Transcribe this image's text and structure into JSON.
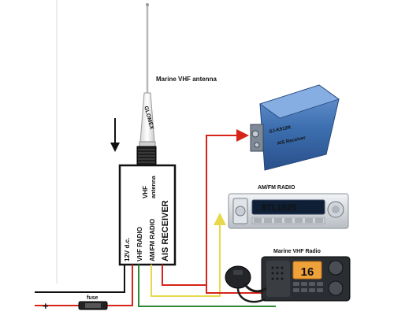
{
  "labels": {
    "antenna": "Marine VHF antenna",
    "antenna_brand": "GLOMEX",
    "ais_model": "SJ-K912R",
    "ais_device": "AIS Receiver",
    "amfm_title": "AM/FM RADIO",
    "amfm_display": "8TL1025",
    "vhf_title": "Marine VHF Radio",
    "vhf_channel": "16",
    "box_vhf_antenna_1": "VHF",
    "box_vhf_antenna_2": "antenna",
    "box_ais_receiver": "AIS RECEIVER",
    "port_12v": "12V d.c.",
    "port_vhf_radio": "VHF RADIO",
    "port_amfm_radio": "AM/FM RADIO",
    "fuse": "fuse",
    "minus": "−",
    "plus": "+"
  },
  "colors": {
    "red_wire": "#d62418",
    "yellow_wire": "#e8d84a",
    "green_wire": "#2f8a34",
    "ais_blue": "#3d6fb0",
    "black_wire": "#111111"
  }
}
